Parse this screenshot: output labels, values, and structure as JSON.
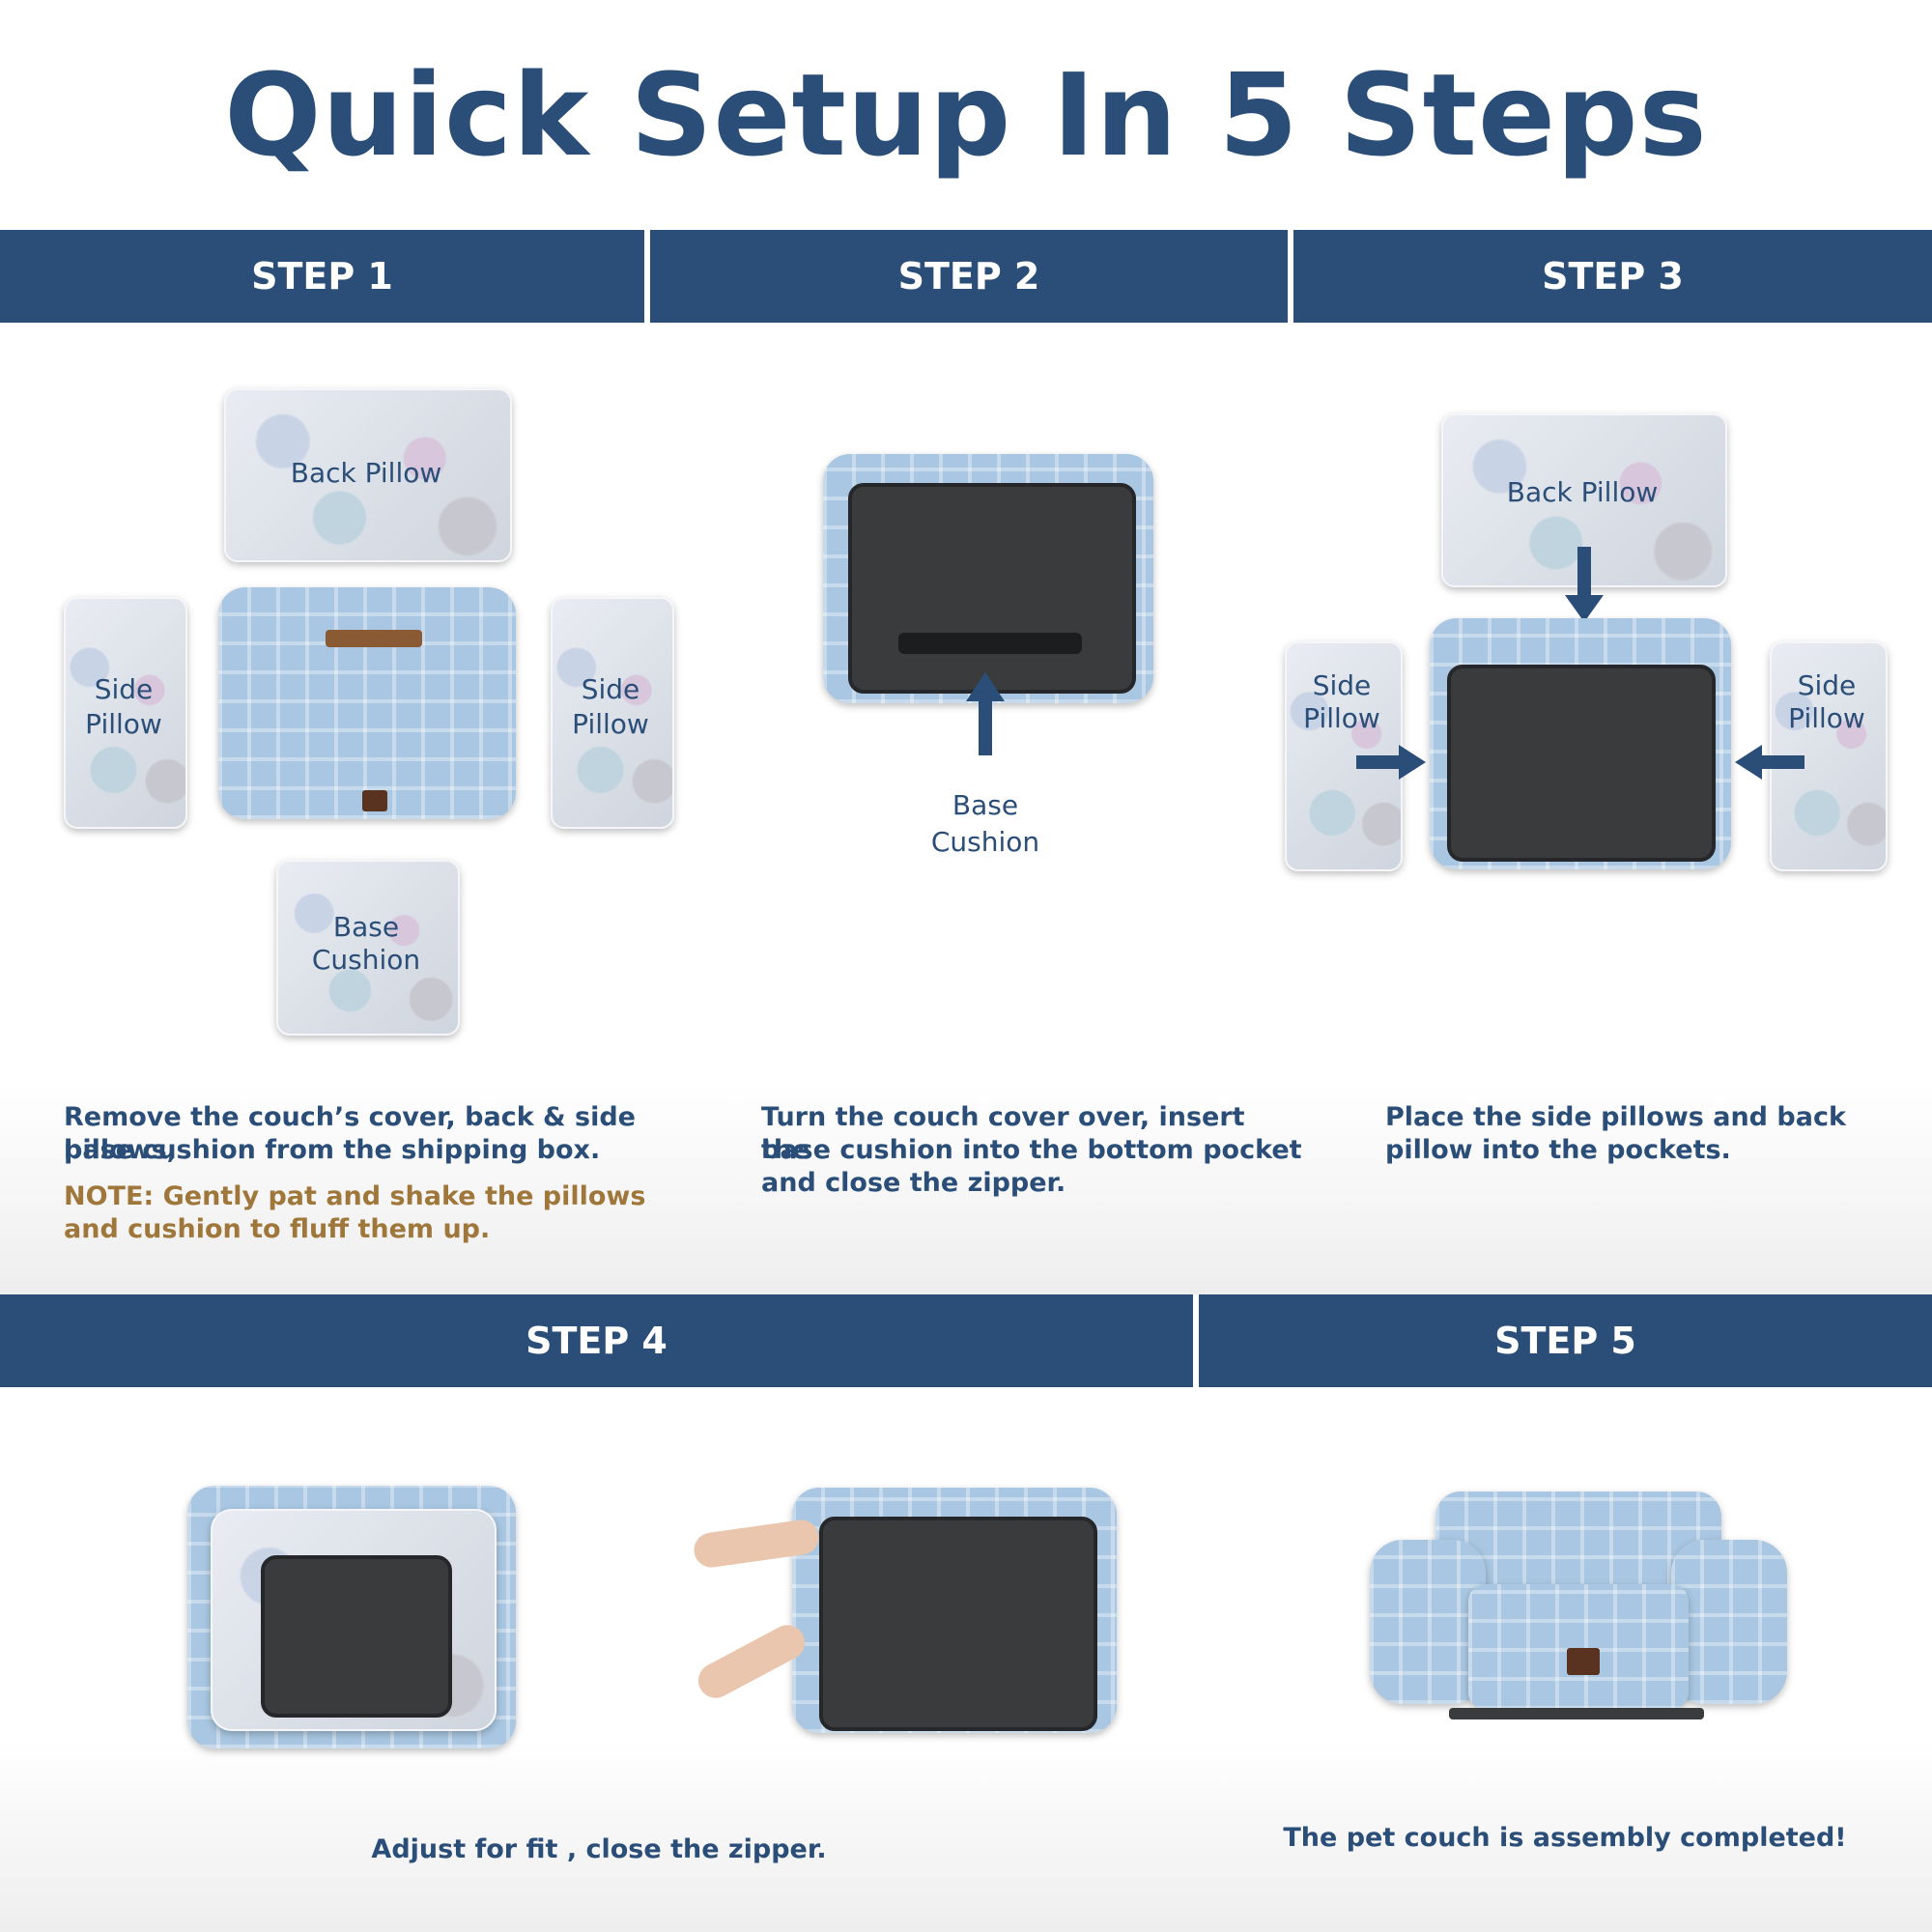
{
  "title": "Quick Setup In 5 Steps",
  "steps": {
    "s1": {
      "label": "STEP 1",
      "desc_line1": "Remove the couch’s cover, back & side pillows,",
      "desc_line2": "base cushion from the shipping box.",
      "note_line1": "NOTE: Gently pat and shake the pillows",
      "note_line2": "and cushion to fluff them up.",
      "back_pillow": "Back Pillow",
      "side_pillow_line1": "Side",
      "side_pillow_line2": "Pillow",
      "base_line1": "Base",
      "base_line2": "Cushion"
    },
    "s2": {
      "label": "STEP 2",
      "desc_line1": "Turn the couch cover over, insert the",
      "desc_line2": "base cushion into the bottom pocket",
      "desc_line3": "and close the zipper.",
      "base_line1": "Base",
      "base_line2": "Cushion"
    },
    "s3": {
      "label": "STEP 3",
      "desc_line1": "Place the side pillows and back",
      "desc_line2": "pillow into the pockets.",
      "back_pillow": "Back Pillow",
      "side_pillow_line1": "Side",
      "side_pillow_line2": "Pillow"
    },
    "s4": {
      "label": "STEP 4",
      "desc": "Adjust for fit , close the zipper."
    },
    "s5": {
      "label": "STEP 5",
      "desc": "The pet couch is assembly completed!"
    }
  },
  "colors": {
    "brand_blue": "#2a4e78",
    "note_brown": "#a0773a",
    "plush_blue": "#a9c7e2"
  }
}
